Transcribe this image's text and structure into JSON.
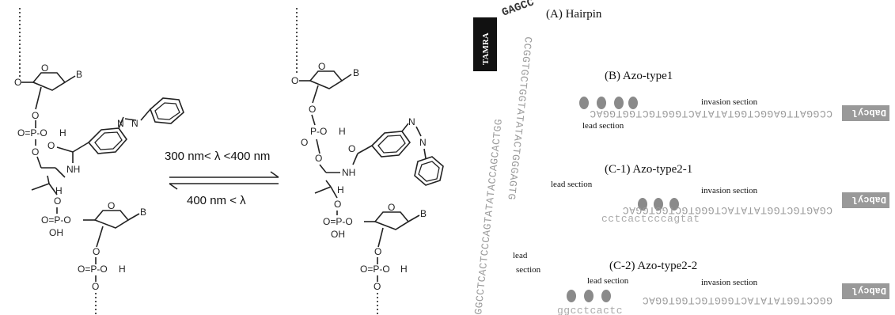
{
  "reaction": {
    "forward": "300 nm< λ <400 nm",
    "backward": "400 nm < λ"
  },
  "atoms": {
    "O": "O",
    "B": "B",
    "N": "N",
    "H": "H",
    "P": "P",
    "OH": "OH",
    "OPO": "O=P-O",
    "PO": "P-O",
    "NH": "NH"
  },
  "labels": {
    "tamra": "TAMRA",
    "dabcyl": "Dabcyl",
    "invasion": "invasion section",
    "lead": "lead section",
    "lead_line1": "lead",
    "lead_line2": "section"
  },
  "panels": {
    "a": "(A) Hairpin",
    "b": "(B) Azo-type1",
    "c1": "(C-1) Azo-type2-1",
    "c2": "(C-2) Azo-type2-2"
  },
  "sequences": {
    "hairpin_stem": "GGCCTCACTCCCAGTATATACCAGCACTGG",
    "hairpin_stem2": "CCGGTGCTGGTATATACTGGGAGTG",
    "hairpin_loop": "GAGCC",
    "strand_b": "CCGGATTGAGGCTGGTATATACTGGGTGCTGGTGGAC",
    "strand_c1": "CGAGTGCTGGTATATACTGGGTGCTGGTGGAC",
    "strand_c1_low": "cctcactcccagtat",
    "strand_c2": "GGCCTGGTATATACTGGGTGCTGGTGGAC",
    "strand_c2_low": "ggcctcactc"
  }
}
